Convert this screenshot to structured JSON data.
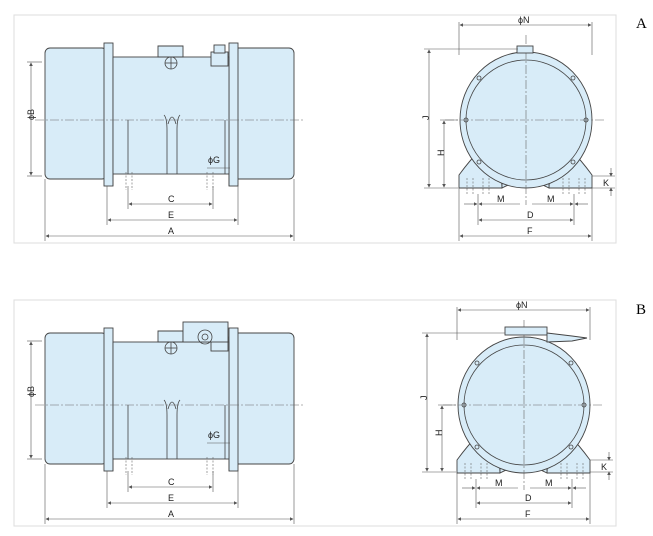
{
  "panels": [
    {
      "letter": "A",
      "side_labels": {
        "A": "A",
        "E": "E",
        "C": "C",
        "B": "ϕB",
        "G": "ϕG"
      },
      "end_labels": {
        "N": "ϕN",
        "J": "J",
        "H": "H",
        "K": "K",
        "M1": "M",
        "M2": "M",
        "D": "D",
        "F": "F"
      }
    },
    {
      "letter": "B",
      "side_labels": {
        "A": "A",
        "E": "E",
        "C": "C",
        "B": "ϕB",
        "G": "ϕG"
      },
      "end_labels": {
        "N": "ϕN",
        "J": "J",
        "H": "H",
        "K": "K",
        "M1": "M",
        "M2": "M",
        "D": "D",
        "F": "F"
      }
    }
  ],
  "colors": {
    "body_fill": "#d8ecf8",
    "outline": "#444444",
    "panel_border": "#dddddd"
  }
}
